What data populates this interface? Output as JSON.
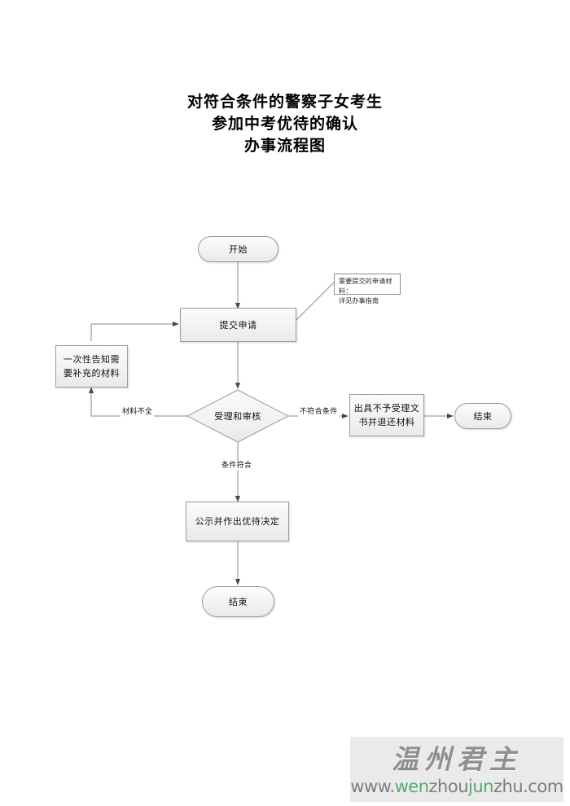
{
  "document": {
    "title_lines": [
      "对符合条件的警察子女考生",
      "参加中考优待的确认",
      "办事流程图"
    ]
  },
  "flowchart": {
    "type": "flowchart",
    "orientation": "top-to-bottom",
    "nodes": [
      {
        "id": "start",
        "shape": "terminator",
        "label": "开始"
      },
      {
        "id": "submit",
        "shape": "process",
        "label": "提交申请"
      },
      {
        "id": "notify",
        "shape": "process",
        "label": "一次性告知需要补充的材料"
      },
      {
        "id": "review",
        "shape": "decision",
        "label": "受理和审核"
      },
      {
        "id": "reject",
        "shape": "process",
        "label": "出具不予受理文书并退还材料"
      },
      {
        "id": "end_right",
        "shape": "terminator",
        "label": "结束"
      },
      {
        "id": "decide",
        "shape": "process",
        "label": "公示并作出优待决定"
      },
      {
        "id": "end_bottom",
        "shape": "terminator",
        "label": "结束"
      }
    ],
    "node_labels": {
      "start": "开始",
      "submit": "提交申请",
      "notify_line1": "一次性告知需",
      "notify_line2": "要补充的材料",
      "review": "受理和审核",
      "reject_line1": "出具不予受理文",
      "reject_line2": "书并退还材料",
      "end_right": "结束",
      "decide": "公示并作出优待决定",
      "end_bottom": "结束"
    },
    "note": {
      "line1": "需要提交的申请材料：",
      "line2": "详见办事指南"
    },
    "edge_labels": {
      "incomplete": "材料不全",
      "not_qualified": "不符合条件",
      "qualified": "条件符合"
    },
    "edges": [
      {
        "from": "start",
        "to": "submit",
        "label": ""
      },
      {
        "from": "submit",
        "to": "review",
        "label": ""
      },
      {
        "from": "review",
        "to": "notify",
        "label": "材料不全"
      },
      {
        "from": "notify",
        "to": "submit",
        "label": ""
      },
      {
        "from": "review",
        "to": "reject",
        "label": "不符合条件"
      },
      {
        "from": "reject",
        "to": "end_right",
        "label": ""
      },
      {
        "from": "review",
        "to": "decide",
        "label": "条件符合"
      },
      {
        "from": "decide",
        "to": "end_bottom",
        "label": ""
      }
    ],
    "colors": {
      "node_fill": "#f2f2f2",
      "node_stroke": "#9c9c9c",
      "edge_stroke": "#808080",
      "text": "#111111"
    }
  },
  "watermark": {
    "brand": "温州君主",
    "url_parts": {
      "p1": "www.",
      "p2": "wen",
      "p3": "zhou",
      "p4": "jun",
      "p5": "zhu.com"
    },
    "brand_color": "#8f8f8f",
    "accent_color": "#5aa96b"
  }
}
